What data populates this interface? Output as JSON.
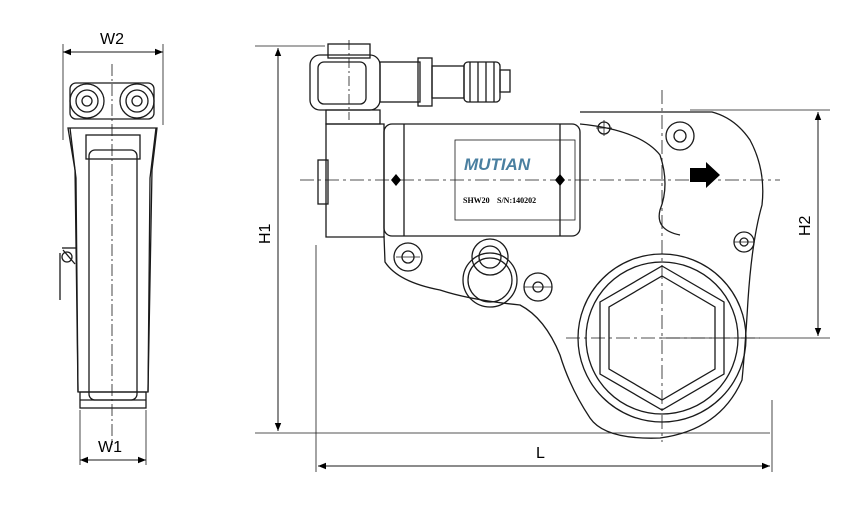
{
  "dimensions": {
    "w2": "W2",
    "w1": "W1",
    "h1": "H1",
    "h2": "H2",
    "l": "L"
  },
  "nameplate": {
    "brand": "MUTIAN",
    "model": "SHW20",
    "serial": "S/N:140202"
  },
  "colors": {
    "line": "#1a1a1a",
    "brand": "#4a7fa0",
    "arrow": "#000000"
  }
}
